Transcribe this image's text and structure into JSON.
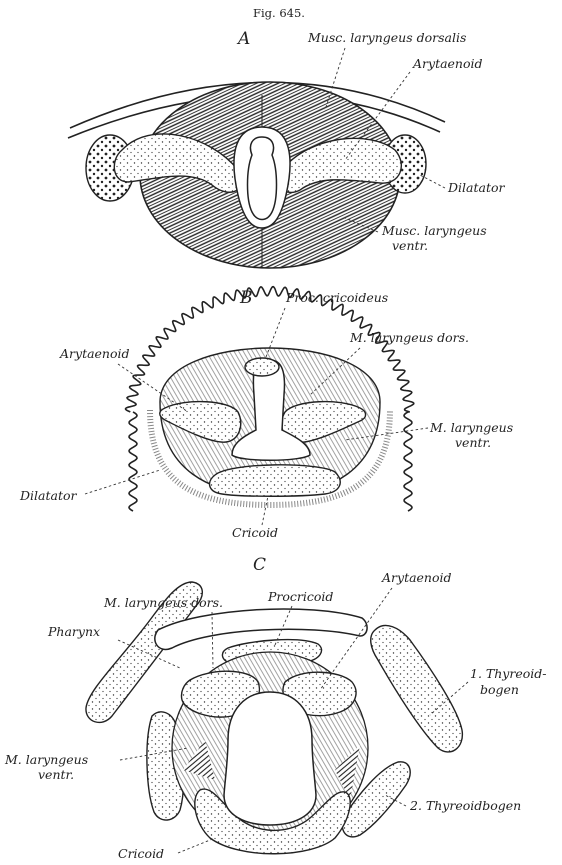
{
  "figure_title": "Fig. 645.",
  "panels": {
    "A": {
      "letter": "A",
      "labels": {
        "musc_dorsalis": "Musc. laryngeus dorsalis",
        "arytaenoid": "Arytaenoid",
        "dilatator": "Dilatator",
        "musc_ventr_1": "Musc. laryngeus",
        "musc_ventr_2": "ventr."
      }
    },
    "B": {
      "letter": "B",
      "labels": {
        "proc_cricoideus": "Proc. cricoideus",
        "arytaenoid": "Arytaenoid",
        "m_dors": "M. laryngeus dors.",
        "m_ventr_1": "M. laryngeus",
        "m_ventr_2": "ventr.",
        "dilatator": "Dilatator",
        "cricoid": "Cricoid"
      }
    },
    "C": {
      "letter": "C",
      "labels": {
        "arytaenoid": "Arytaenoid",
        "m_dors": "M. laryngeus dors.",
        "procricoid": "Procricoid",
        "pharynx": "Pharynx",
        "thyreoid_1a": "1. Thyreoid-",
        "thyreoid_1b": "bogen",
        "m_ventr_1": "M. laryngeus",
        "m_ventr_2": "ventr.",
        "thyreoid_2": "2. Thyreoidbogen",
        "cricoid": "Cricoid"
      }
    }
  }
}
